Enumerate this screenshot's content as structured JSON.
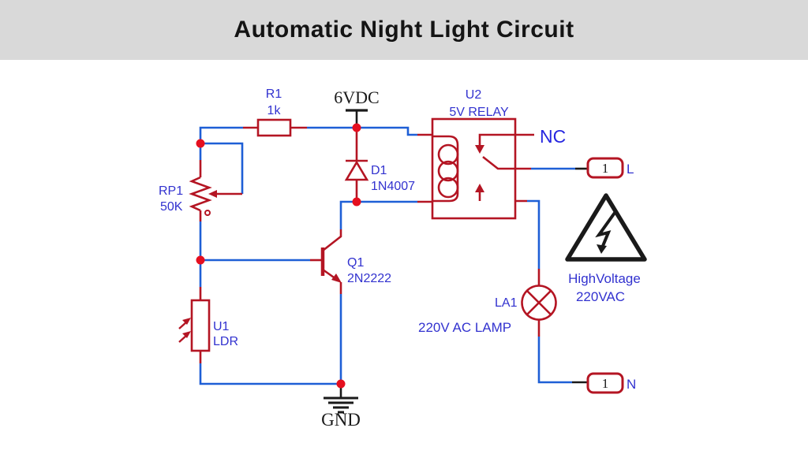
{
  "title": "Automatic Night Light Circuit",
  "colors": {
    "banner_gray": "#d9d9d9",
    "wire_blue": "#1e5fd6",
    "component_red": "#b41523",
    "junction_red": "#e50f1f",
    "label_blue": "#3232cf",
    "text_black": "#1a1a1a"
  },
  "power": {
    "rail": "6VDC",
    "ground": "GND"
  },
  "components": {
    "r1": {
      "ref": "R1",
      "value": "1k"
    },
    "rp1": {
      "ref": "RP1",
      "value": "50K"
    },
    "u1": {
      "ref": "U1",
      "value": "LDR"
    },
    "q1": {
      "ref": "Q1",
      "value": "2N2222"
    },
    "d1": {
      "ref": "D1",
      "value": "1N4007"
    },
    "u2": {
      "ref": "U2",
      "value": "5V RELAY",
      "contact": "NC"
    },
    "la1": {
      "ref": "LA1",
      "value": "220V AC LAMP"
    }
  },
  "terminals": {
    "l": {
      "pin": "1",
      "label": "L"
    },
    "n": {
      "pin": "1",
      "label": "N"
    }
  },
  "warning": {
    "line1": "HighVoltage",
    "line2": "220VAC"
  }
}
